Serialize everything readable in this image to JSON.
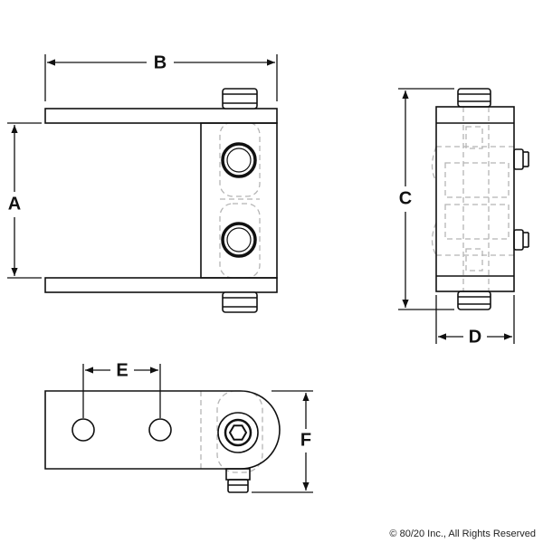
{
  "dimensions": {
    "a": "A",
    "b": "B",
    "c": "C",
    "d": "D",
    "e": "E",
    "f": "F"
  },
  "footer": {
    "copyright": "© 80/20 Inc., All Rights Reserved"
  },
  "colors": {
    "outline": "#111111",
    "hidden_line": "#b5b5b5",
    "background": "#ffffff"
  }
}
